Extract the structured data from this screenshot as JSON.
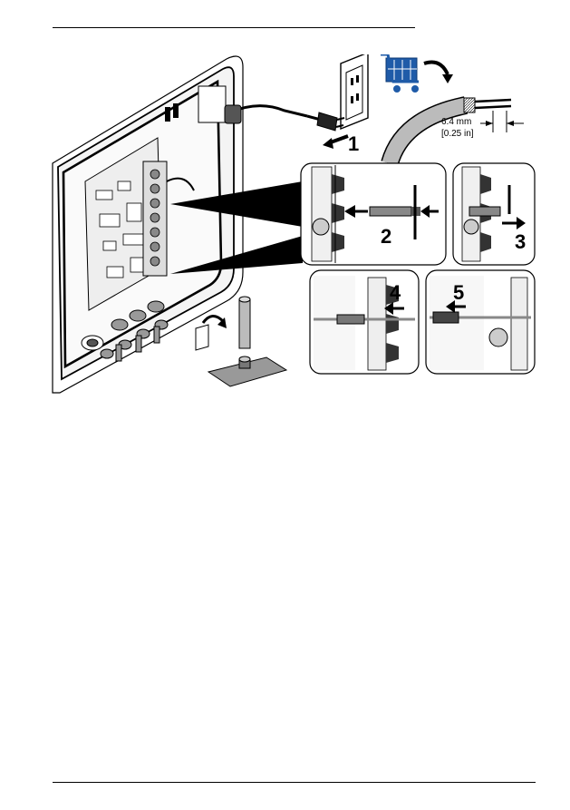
{
  "figure": {
    "steps": [
      "1",
      "2",
      "3",
      "4",
      "5"
    ],
    "dimension": {
      "metric": "6.4 mm",
      "imperial": "[0.25 in]"
    },
    "icons": [
      "shopping-cart-icon",
      "rotate-arrow-icon",
      "power-plug",
      "wall-outlet"
    ]
  }
}
